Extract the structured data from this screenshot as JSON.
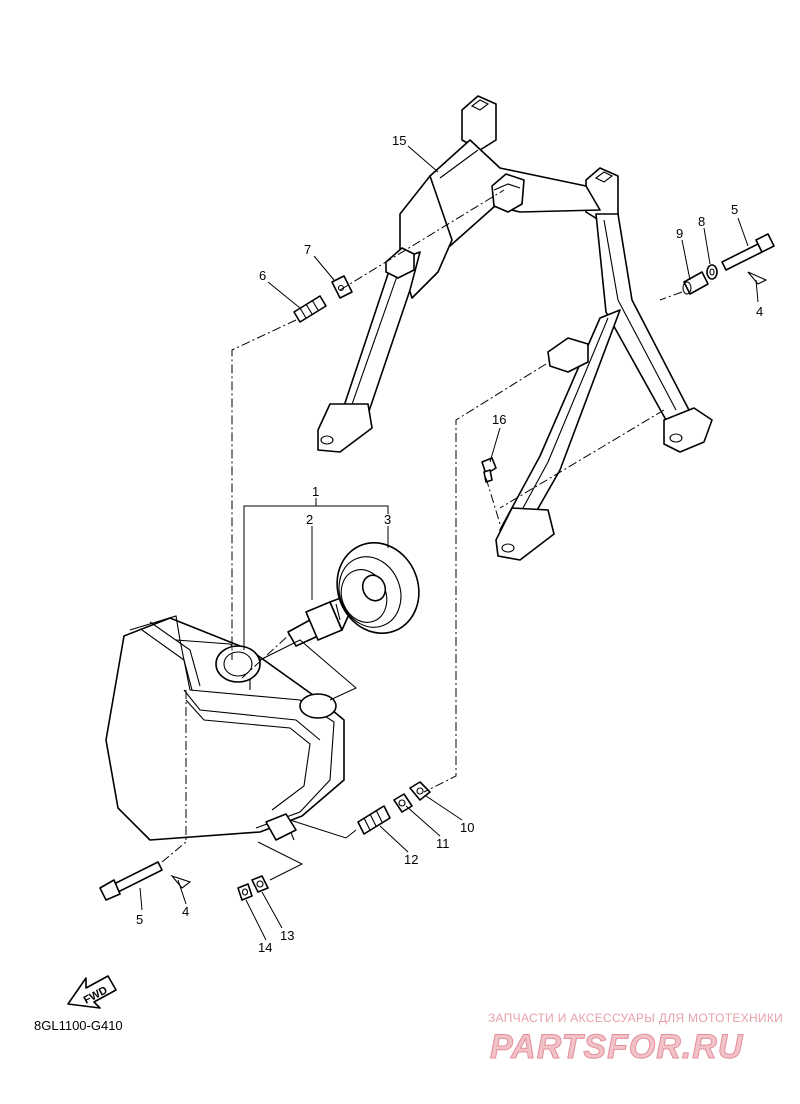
{
  "diagram": {
    "code": "8GL1100-G410",
    "fwd_label": "FWD",
    "callouts": [
      "15",
      "7",
      "6",
      "9",
      "8",
      "5",
      "4",
      "16",
      "1",
      "2",
      "3",
      "10",
      "11",
      "12",
      "5",
      "4",
      "13",
      "14"
    ]
  },
  "watermark": {
    "tagline": "ЗАПЧАСТИ И АКСЕССУАРЫ ДЛЯ МОТОТЕХНИКИ",
    "brand": "PARTSFOR.RU"
  }
}
